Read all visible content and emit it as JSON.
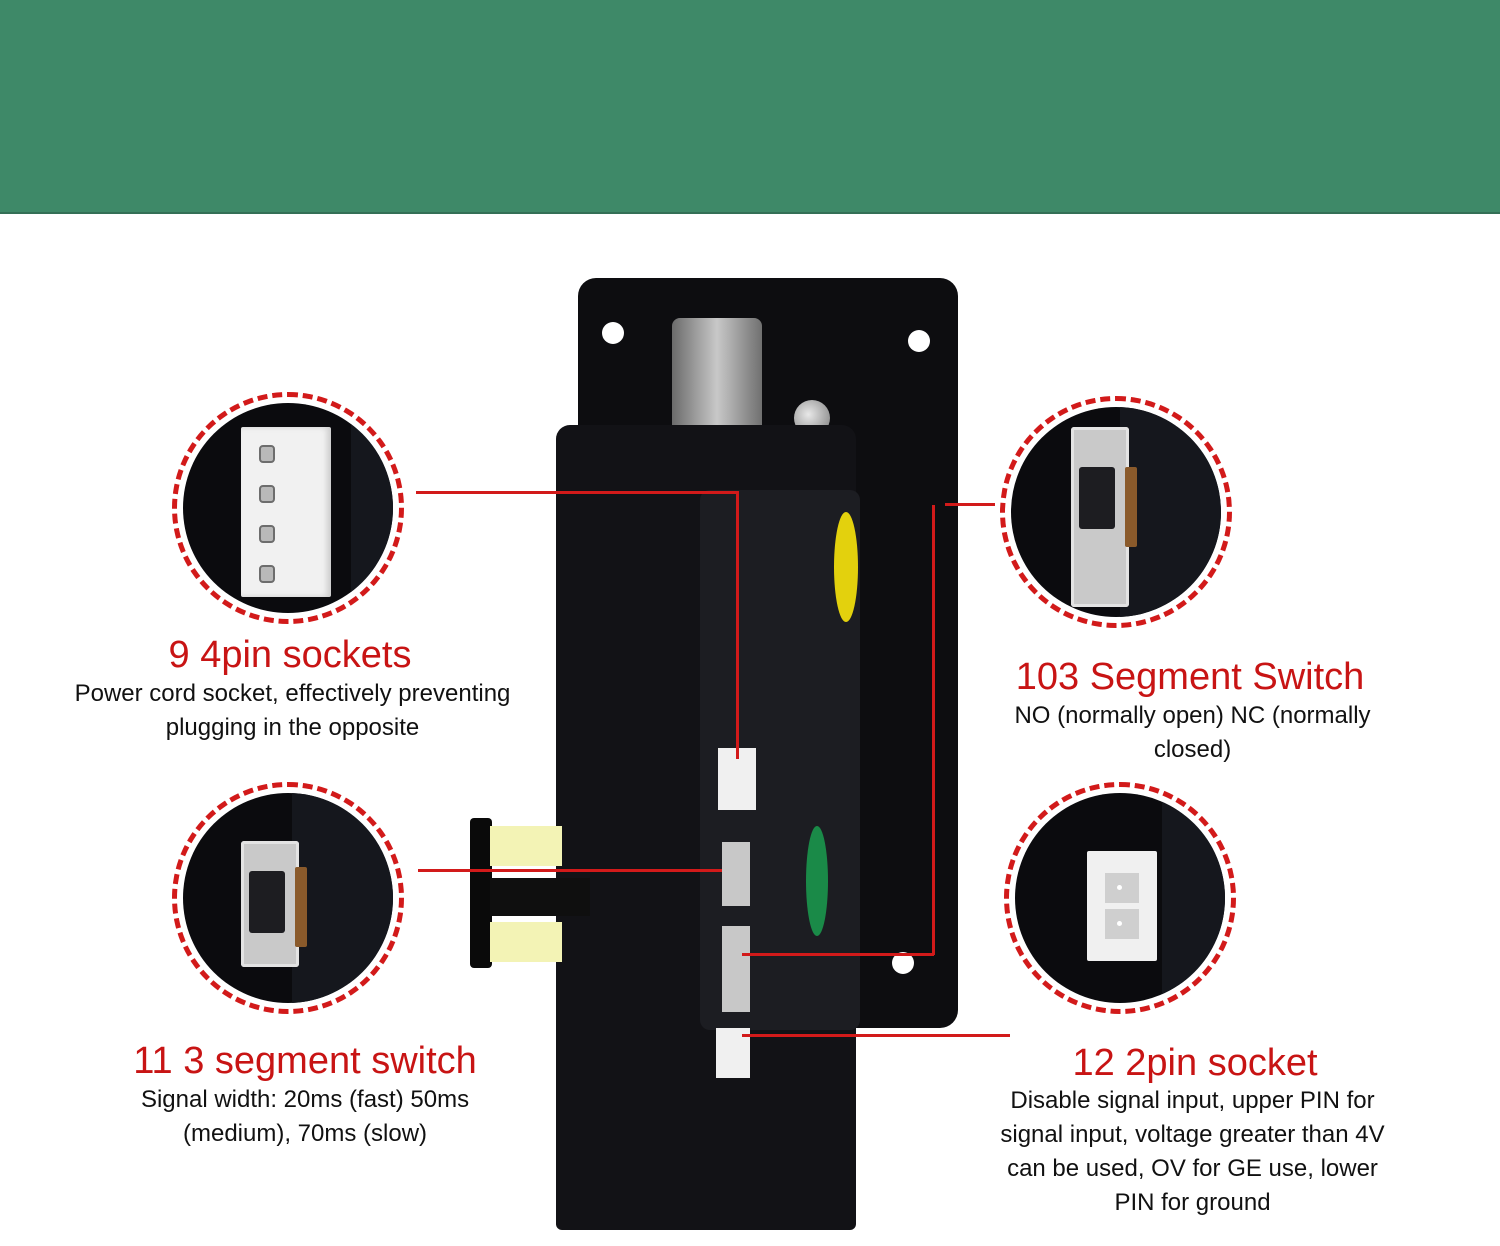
{
  "colors": {
    "header_band": "#3e8968",
    "accent_red": "#c81414",
    "callout_border": "#d21a1a",
    "device_black": "#121216",
    "background": "#ffffff"
  },
  "callouts": [
    {
      "id": "9",
      "title": "9 4pin sockets",
      "description": "Power cord socket, effectively preventing plugging in the opposite",
      "icon": "4pin-socket-closeup"
    },
    {
      "id": "103",
      "title": "103 Segment Switch",
      "description": "NO (normally open) NC (normally closed)",
      "icon": "slide-switch-closeup"
    },
    {
      "id": "11",
      "title": "11 3 segment switch",
      "description": "Signal width: 20ms (fast) 50ms (medium), 70ms (slow)",
      "icon": "slide-switch-closeup"
    },
    {
      "id": "12",
      "title": "12 2pin socket",
      "description": "Disable signal input, upper PIN for signal input, voltage greater than 4V can be used, OV for GE use, lower PIN for ground",
      "icon": "2pin-socket-closeup"
    }
  ],
  "product": {
    "subject": "coin acceptor module (rear view)"
  }
}
